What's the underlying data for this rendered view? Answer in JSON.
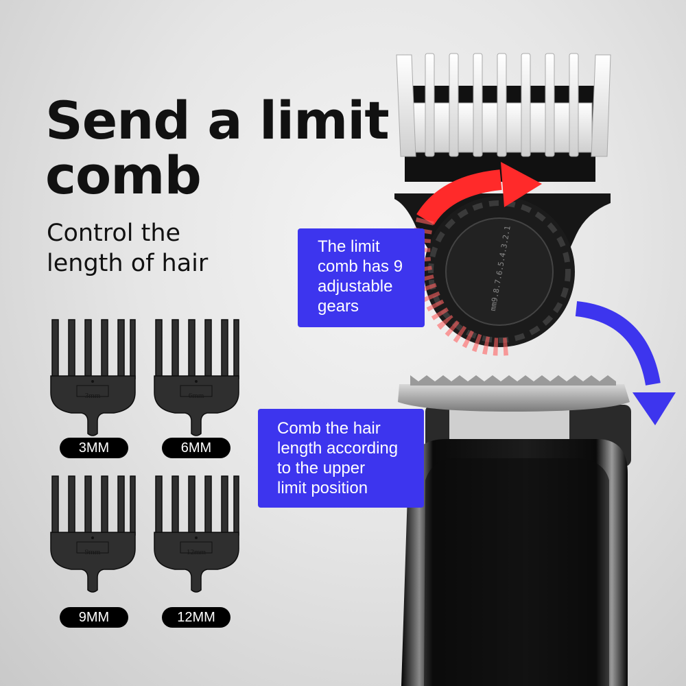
{
  "heading": {
    "line1": "Send a limit",
    "line2": "comb"
  },
  "subheading": {
    "line1": "Control the",
    "line2": "length of hair"
  },
  "guards": [
    {
      "mark": "3mm",
      "label": "3MM"
    },
    {
      "mark": "6mm",
      "label": "6MM"
    },
    {
      "mark": "9mm",
      "label": "9MM"
    },
    {
      "mark": "12mm",
      "label": "12MM"
    }
  ],
  "callouts": {
    "gears": {
      "line1": "The limit",
      "line2": "comb has 9",
      "line3": "adjustable",
      "line4": "gears"
    },
    "position": {
      "line1": "Comb the hair",
      "line2": "length according",
      "line3": "to the upper",
      "line4": "limit position"
    }
  },
  "dial_scale": "mm9.8.7.6.5.4.3.2.1",
  "colors": {
    "callout": "#3d35ee",
    "rotate_arrow": "#ff2a2a",
    "flow_arrow": "#3d35ee",
    "pill": "#000000"
  }
}
